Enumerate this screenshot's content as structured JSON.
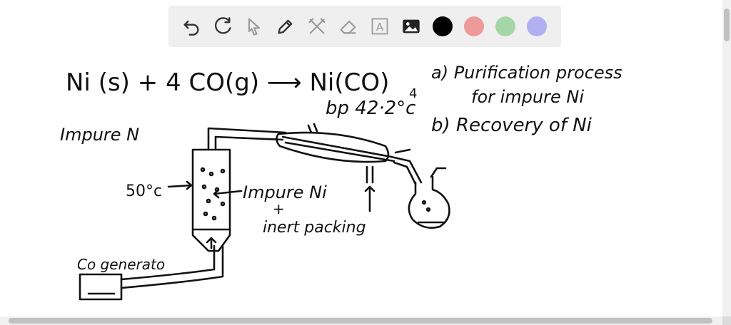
{
  "toolbar": {
    "tools": [
      {
        "name": "undo-icon"
      },
      {
        "name": "redo-icon"
      },
      {
        "name": "select-icon"
      },
      {
        "name": "pen-icon"
      },
      {
        "name": "tools-icon"
      },
      {
        "name": "eraser-icon"
      },
      {
        "name": "text-icon",
        "label": "A"
      },
      {
        "name": "image-icon"
      }
    ],
    "colors": [
      "#000000",
      "#ef9a9a",
      "#a5d6a7",
      "#b0b0f0"
    ]
  },
  "notes": {
    "equation": "Ni (s) + 4 CO(g) ⟶ Ni(CO)",
    "equation_subscript": "4",
    "point_a_line1": "a) Purification process",
    "point_a_line2": "for impure Ni",
    "point_b": "b) Recovery of Ni",
    "boiling_point": "bp 42·2°c",
    "impure_label": "Impure N",
    "temperature": "50°c",
    "column_label_1": "Impure Ni",
    "column_label_plus": "+",
    "column_label_2": "inert packing",
    "generator_label": "Co generato"
  }
}
